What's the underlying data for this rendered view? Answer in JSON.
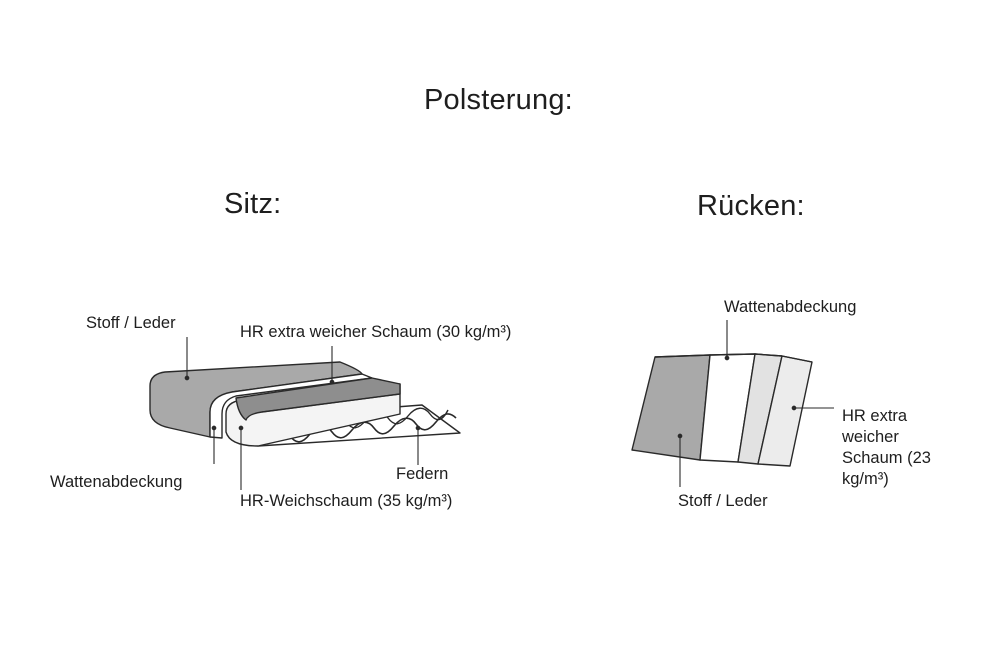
{
  "heading": "Polsterung:",
  "seat": {
    "title": "Sitz:",
    "labels": {
      "fabric": "Stoff / Leder",
      "extra_soft_foam": "HR extra weicher Schaum (30 kg/m³)",
      "wadding": "Wattenabdeckung",
      "springs": "Federn",
      "soft_foam": "HR-Weichschaum (35 kg/m³)"
    }
  },
  "back": {
    "title": "Rücken:",
    "labels": {
      "wadding": "Wattenabdeckung",
      "extra_soft_foam": "HR extra weicher Schaum (23 kg/m³)",
      "fabric": "Stoff / Leder"
    }
  },
  "colors": {
    "outline": "#2a2a2a",
    "fabric": "#a9a9a9",
    "foam_dark": "#8e8e8e",
    "foam_light": "#f4f4f4",
    "wadding": "#ffffff",
    "back_light": "#e2e2e2"
  }
}
